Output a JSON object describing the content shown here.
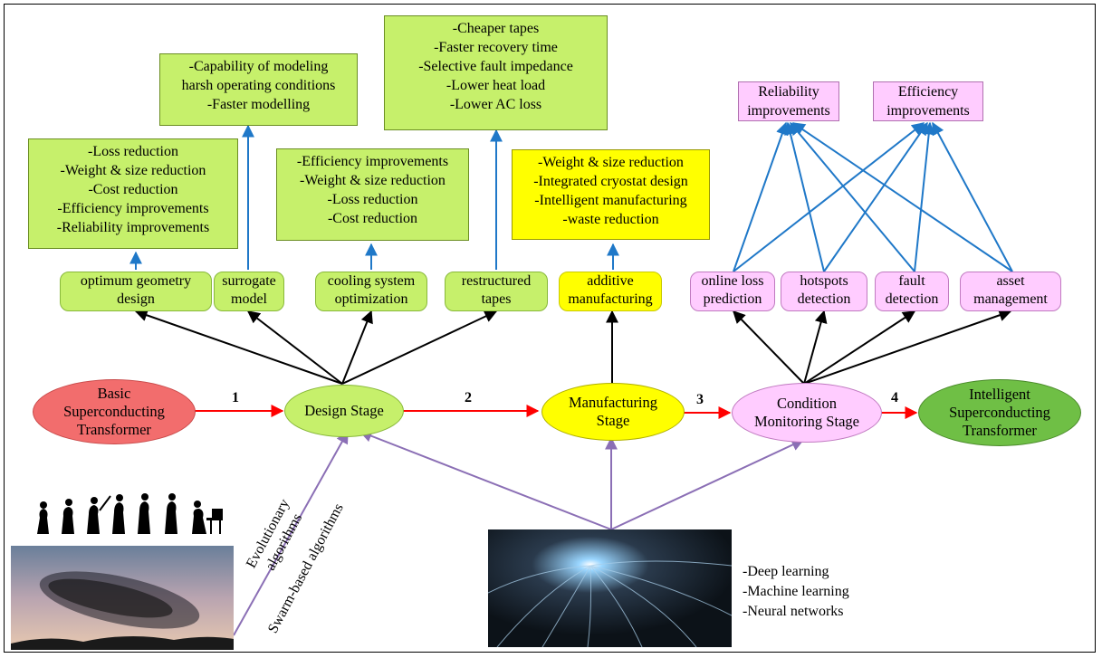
{
  "colors": {
    "stage_arrow": "#ff0000",
    "blue_arrow": "#1f78c8",
    "black_arrow": "#000000",
    "purple_arrow": "#8b6fb5",
    "green_box": "#c6f06b",
    "yellow_box": "#ffff00",
    "pink_box": "#ffccff",
    "start_oval": "#f26d6d",
    "end_oval": "#6fbf45"
  },
  "stages": {
    "basic": [
      "Basic",
      "Superconducting",
      "Transformer"
    ],
    "design": "Design Stage",
    "manufacturing": [
      "Manufacturing",
      "Stage"
    ],
    "monitoring": [
      "Condition",
      "Monitoring Stage"
    ],
    "intelligent": [
      "Intelligent",
      "Superconducting",
      "Transformer"
    ]
  },
  "step_numbers": [
    "1",
    "2",
    "3",
    "4"
  ],
  "techniques": {
    "optimum_geometry": [
      "optimum geometry",
      "design"
    ],
    "surrogate": [
      "surrogate",
      "model"
    ],
    "cooling": [
      "cooling system",
      "optimization"
    ],
    "restructured": [
      "restructured",
      "tapes"
    ],
    "additive": [
      "additive",
      "manufacturing"
    ],
    "online_loss": [
      "online loss",
      "prediction"
    ],
    "hotspots": [
      "hotspots",
      "detection"
    ],
    "fault": [
      "fault",
      "detection"
    ],
    "asset": [
      "asset",
      "management"
    ]
  },
  "benefits": {
    "geometry": [
      "-Loss reduction",
      "-Weight & size reduction",
      "-Cost reduction",
      "-Efficiency improvements",
      "-Reliability improvements"
    ],
    "surrogate": [
      "-Capability of modeling",
      "harsh operating conditions",
      "-Faster modelling"
    ],
    "cooling": [
      "-Efficiency improvements",
      "-Weight & size reduction",
      "-Loss reduction",
      "-Cost reduction"
    ],
    "tapes": [
      "-Cheaper tapes",
      "-Faster recovery time",
      "-Selective fault impedance",
      "-Lower heat load",
      "-Lower AC loss"
    ],
    "manufacturing": [
      "-Weight & size reduction",
      "-Integrated cryostat design",
      "-Intelligent manufacturing",
      "-waste reduction"
    ],
    "reliability": [
      "Reliability",
      "improvements"
    ],
    "efficiency": [
      "Efficiency",
      "improvements"
    ]
  },
  "algorithms": {
    "evolutionary": [
      "Evolutionary",
      "algorithms"
    ],
    "swarm": "Swarm-based algorithms"
  },
  "ai_methods": [
    "-Deep learning",
    "-Machine learning",
    "-Neural networks"
  ],
  "images": [
    "evolution-silhouettes",
    "bird-swarm-photo",
    "neural-network-photo"
  ]
}
